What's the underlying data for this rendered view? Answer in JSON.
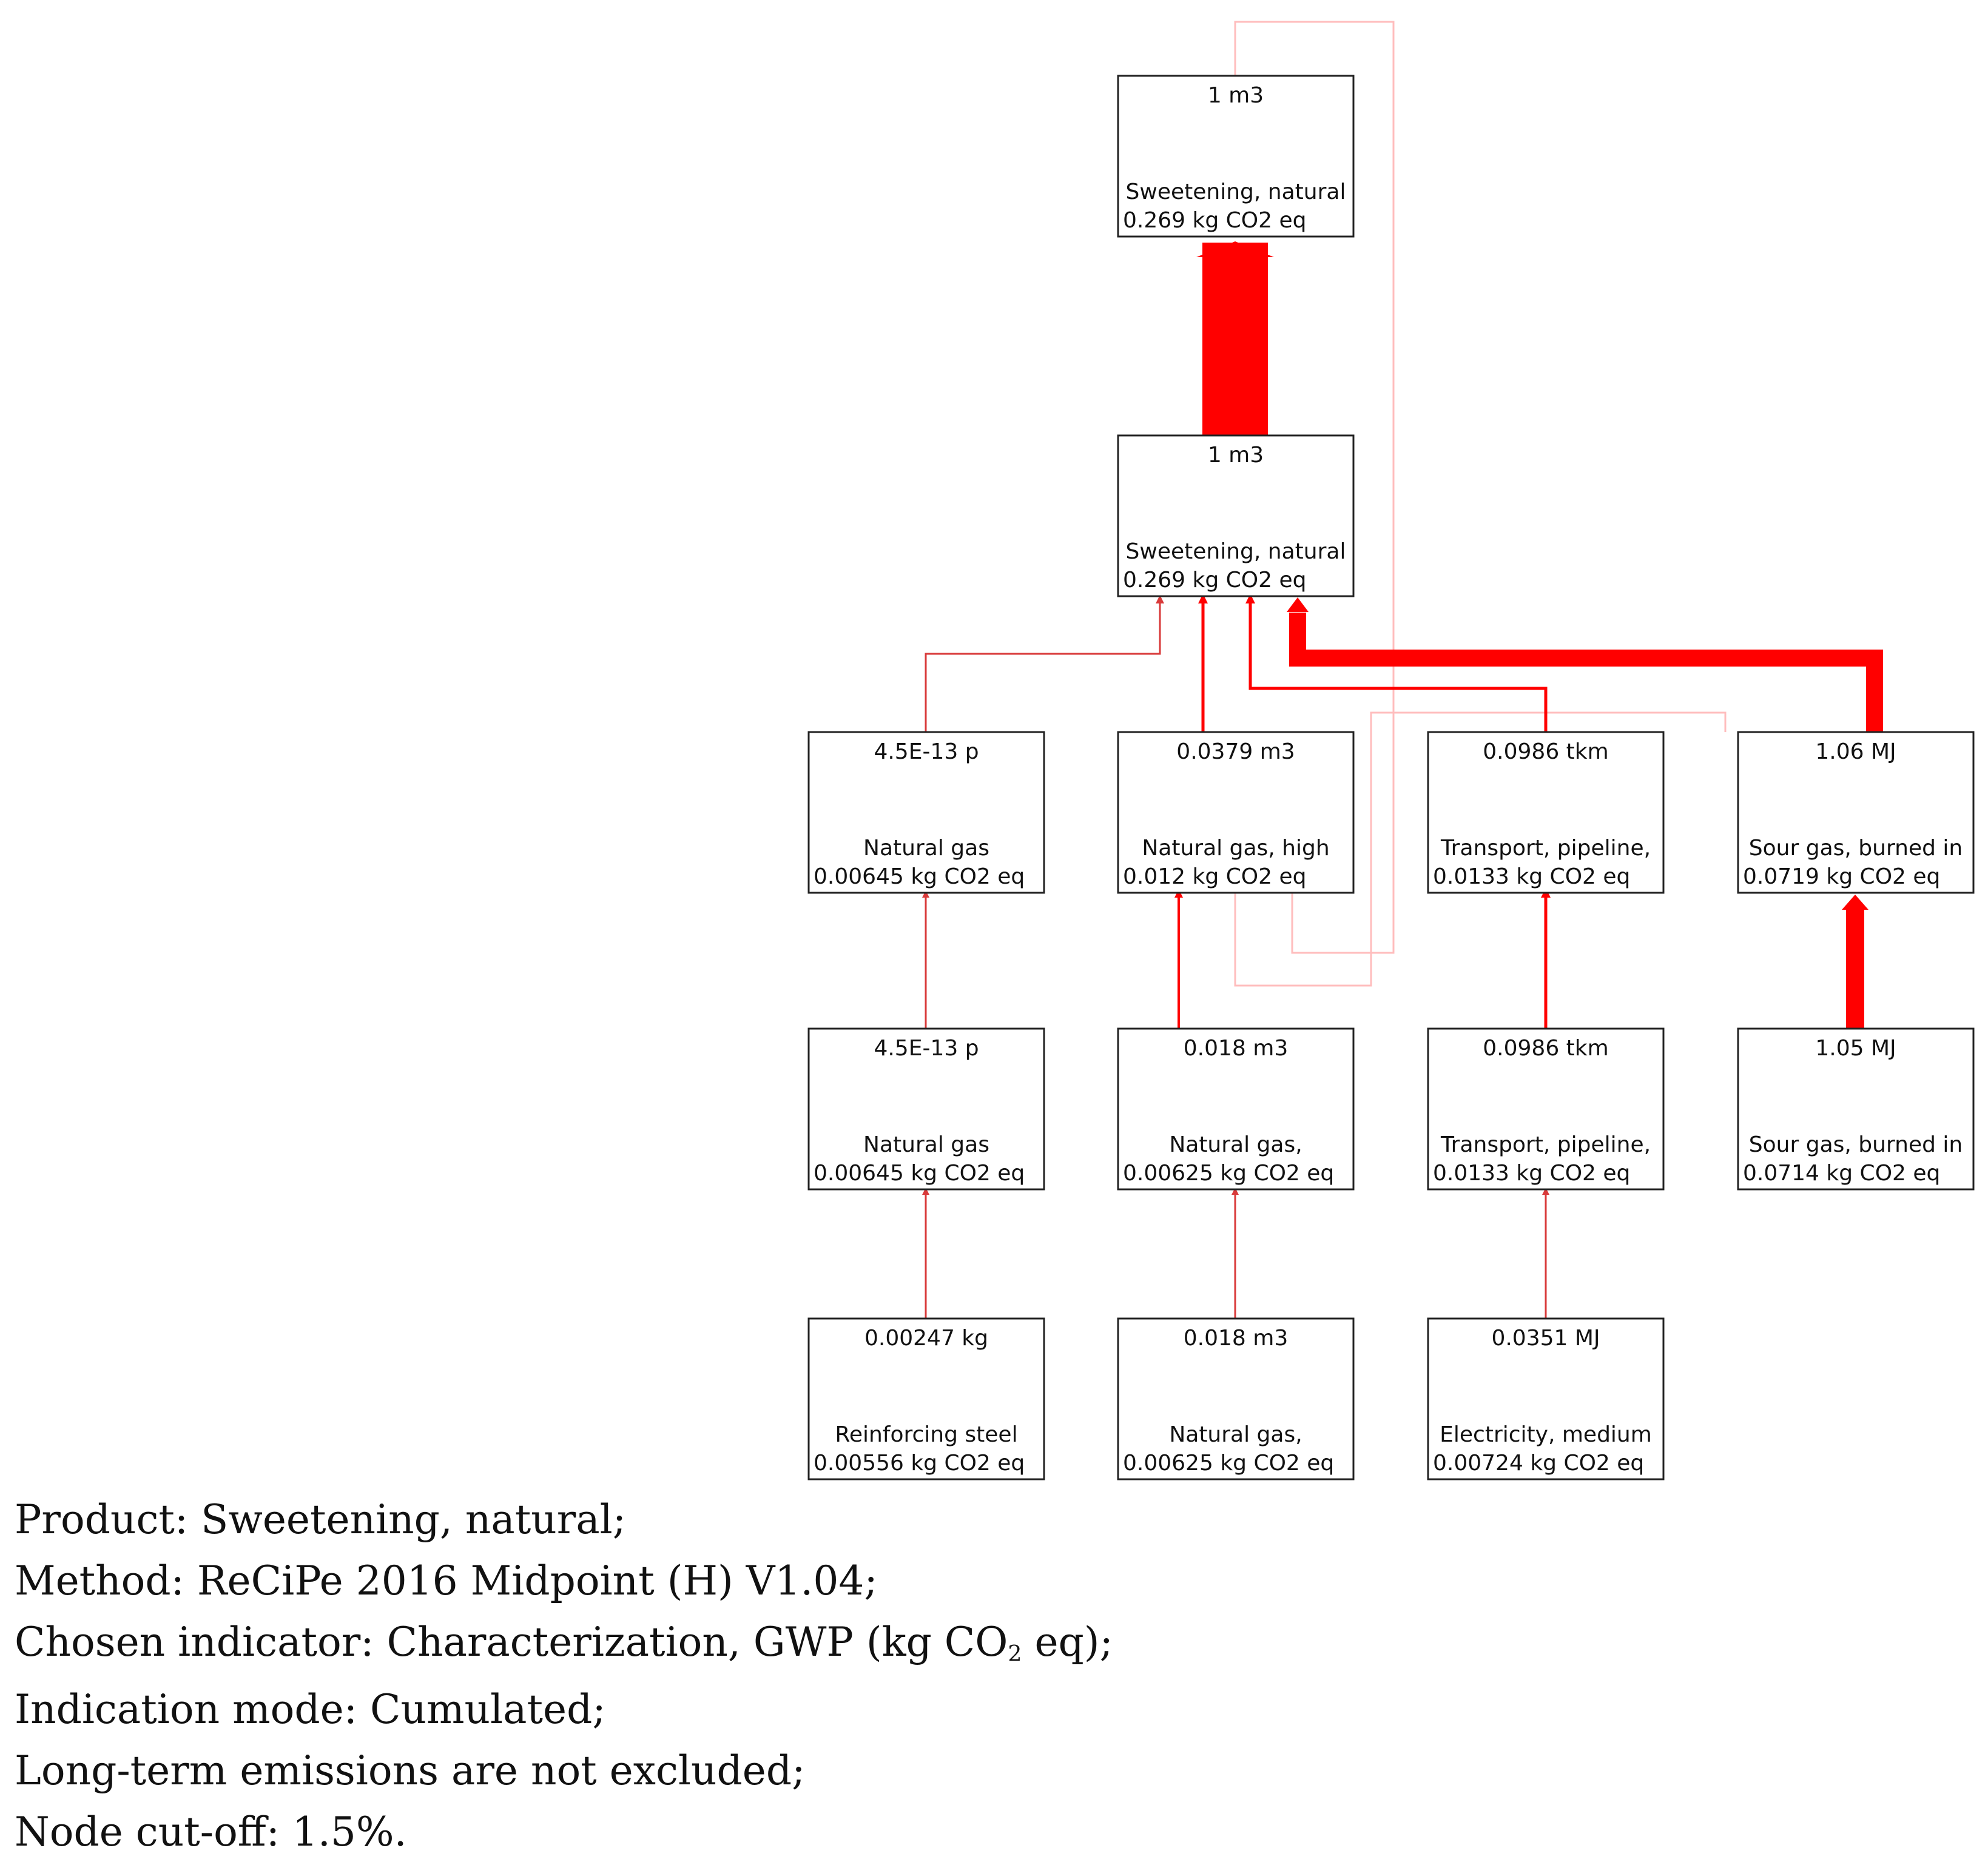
{
  "colors": {
    "flow_strong": "#ff0000",
    "flow_light": "#ffbdbd",
    "flow_medium": "#d93a3a"
  },
  "nodes": [
    {
      "id": "n1",
      "amount": "1 m3",
      "name": "Sweetening, natural",
      "impact": "0.269 kg CO2 eq"
    },
    {
      "id": "n2",
      "amount": "1 m3",
      "name": "Sweetening, natural",
      "impact": "0.269 kg CO2 eq"
    },
    {
      "id": "n3",
      "amount": "4.5E-13 p",
      "name": "Natural gas",
      "impact": "0.00645 kg CO2 eq"
    },
    {
      "id": "n4",
      "amount": "0.0379 m3",
      "name": "Natural gas, high",
      "impact": "0.012 kg CO2 eq"
    },
    {
      "id": "n5",
      "amount": "0.0986 tkm",
      "name": "Transport, pipeline,",
      "impact": "0.0133 kg CO2 eq"
    },
    {
      "id": "n6",
      "amount": "1.06 MJ",
      "name": "Sour gas, burned in",
      "impact": "0.0719 kg CO2 eq"
    },
    {
      "id": "n7",
      "amount": "4.5E-13 p",
      "name": "Natural gas",
      "impact": "0.00645 kg CO2 eq"
    },
    {
      "id": "n8",
      "amount": "0.018 m3",
      "name": "Natural gas,",
      "impact": "0.00625 kg CO2 eq"
    },
    {
      "id": "n9",
      "amount": "0.0986 tkm",
      "name": "Transport, pipeline,",
      "impact": "0.0133 kg CO2 eq"
    },
    {
      "id": "n10",
      "amount": "1.05 MJ",
      "name": "Sour gas, burned in",
      "impact": "0.0714 kg CO2 eq"
    },
    {
      "id": "n11",
      "amount": "0.00247 kg",
      "name": "Reinforcing steel",
      "impact": "0.00556 kg CO2 eq"
    },
    {
      "id": "n12",
      "amount": "0.018 m3",
      "name": "Natural gas,",
      "impact": "0.00625 kg CO2 eq"
    },
    {
      "id": "n13",
      "amount": "0.0351 MJ",
      "name": "Electricity, medium",
      "impact": "0.00724 kg CO2 eq"
    }
  ],
  "legend": {
    "product": "Product: Sweetening, natural;",
    "method": "Method: ReCiPe 2016 Midpoint (H) V1.04;",
    "indicator_prefix": "Chosen indicator: Characterization, GWP (kg CO",
    "indicator_sub": "2",
    "indicator_suffix": " eq);",
    "mode": "Indication mode: Cumulated;",
    "longterm": "Long-term emissions are not excluded;",
    "cutoff": "Node cut-off: 1.5%."
  }
}
